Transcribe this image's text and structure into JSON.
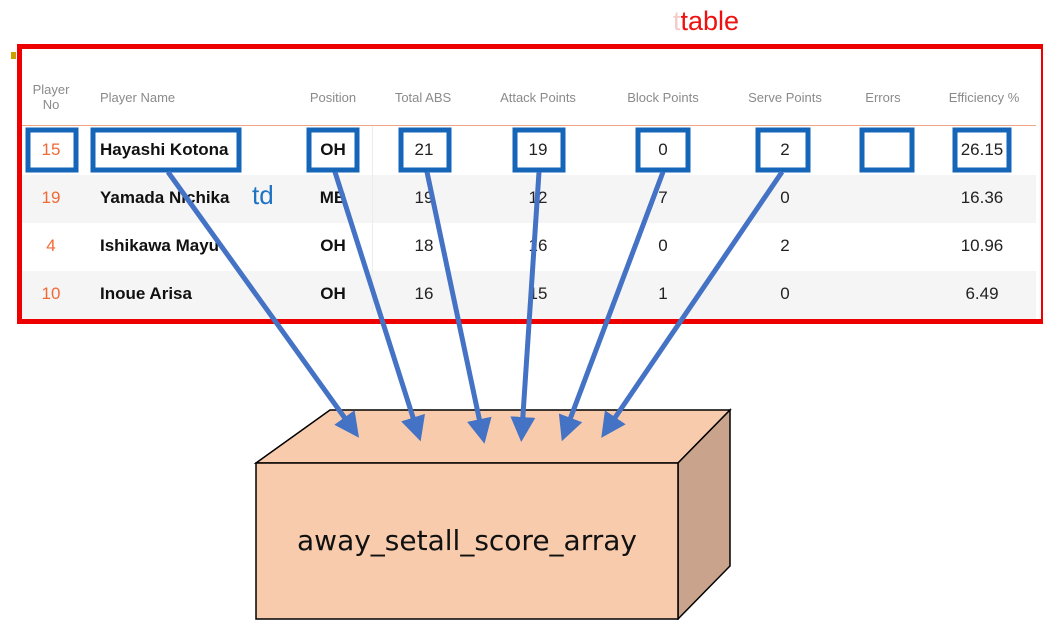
{
  "annotations": {
    "table_label_prefix": "t",
    "table_label": "table",
    "td_label": "td",
    "array_name": "away_setall_score_array"
  },
  "table": {
    "headers": {
      "player_no_line1": "Player",
      "player_no_line2": "No",
      "player_name": "Player Name",
      "position": "Position",
      "total_abs": "Total ABS",
      "attack_points": "Attack Points",
      "block_points": "Block Points",
      "serve_points": "Serve Points",
      "errors": "Errors",
      "efficiency": "Efficiency %"
    },
    "rows": [
      {
        "no": "15",
        "name": "Hayashi Kotona",
        "position": "OH",
        "total": "21",
        "attack": "19",
        "block": "0",
        "serve": "2",
        "errors": "",
        "efficiency": "26.15"
      },
      {
        "no": "19",
        "name": "Yamada Nichika",
        "position": "MB",
        "total": "19",
        "attack": "12",
        "block": "7",
        "serve": "0",
        "errors": "",
        "efficiency": "16.36"
      },
      {
        "no": "4",
        "name": "Ishikawa Mayu",
        "position": "OH",
        "total": "18",
        "attack": "16",
        "block": "0",
        "serve": "2",
        "errors": "",
        "efficiency": "10.96"
      },
      {
        "no": "10",
        "name": "Inoue Arisa",
        "position": "OH",
        "total": "16",
        "attack": "15",
        "block": "1",
        "serve": "0",
        "errors": "",
        "efficiency": "6.49"
      }
    ]
  },
  "colors": {
    "table_frame": "#ee0000",
    "cell_highlight": "#1565b8",
    "arrow": "#4472c4",
    "box_front": "#f8cbad",
    "box_side": "#c9a38c",
    "player_no": "#f06a35"
  }
}
